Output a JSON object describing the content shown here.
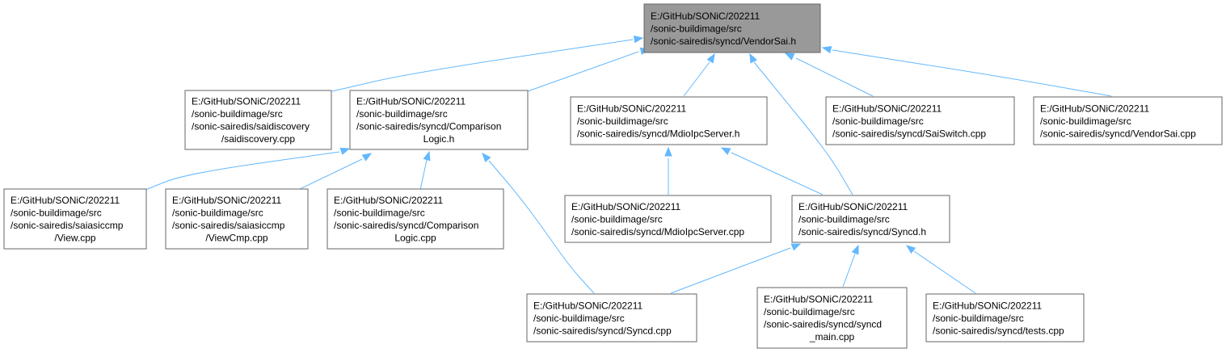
{
  "graph": {
    "nodes": [
      {
        "id": "n0",
        "lines": [
          "E:/GitHub/SONiC/202211",
          "/sonic-buildimage/src",
          "/sonic-sairedis/syncd/VendorSai.h"
        ],
        "root": true
      },
      {
        "id": "n1",
        "lines": [
          "E:/GitHub/SONiC/202211",
          "/sonic-buildimage/src",
          "/sonic-sairedis/saidiscovery",
          "/saidiscovery.cpp"
        ]
      },
      {
        "id": "n2",
        "lines": [
          "E:/GitHub/SONiC/202211",
          "/sonic-buildimage/src",
          "/sonic-sairedis/syncd/Comparison",
          "Logic.h"
        ]
      },
      {
        "id": "n3",
        "lines": [
          "E:/GitHub/SONiC/202211",
          "/sonic-buildimage/src",
          "/sonic-sairedis/syncd/MdioIpcServer.h"
        ]
      },
      {
        "id": "n4",
        "lines": [
          "E:/GitHub/SONiC/202211",
          "/sonic-buildimage/src",
          "/sonic-sairedis/syncd/SaiSwitch.cpp"
        ]
      },
      {
        "id": "n5",
        "lines": [
          "E:/GitHub/SONiC/202211",
          "/sonic-buildimage/src",
          "/sonic-sairedis/syncd/VendorSai.cpp"
        ]
      },
      {
        "id": "n6",
        "lines": [
          "E:/GitHub/SONiC/202211",
          "/sonic-buildimage/src",
          "/sonic-sairedis/saiasiccmp",
          "/View.cpp"
        ]
      },
      {
        "id": "n7",
        "lines": [
          "E:/GitHub/SONiC/202211",
          "/sonic-buildimage/src",
          "/sonic-sairedis/saiasiccmp",
          "/ViewCmp.cpp"
        ]
      },
      {
        "id": "n8",
        "lines": [
          "E:/GitHub/SONiC/202211",
          "/sonic-buildimage/src",
          "/sonic-sairedis/syncd/Comparison",
          "Logic.cpp"
        ]
      },
      {
        "id": "n9",
        "lines": [
          "E:/GitHub/SONiC/202211",
          "/sonic-buildimage/src",
          "/sonic-sairedis/syncd/MdioIpcServer.cpp"
        ]
      },
      {
        "id": "n10",
        "lines": [
          "E:/GitHub/SONiC/202211",
          "/sonic-buildimage/src",
          "/sonic-sairedis/syncd/Syncd.h"
        ]
      },
      {
        "id": "n11",
        "lines": [
          "E:/GitHub/SONiC/202211",
          "/sonic-buildimage/src",
          "/sonic-sairedis/syncd/Syncd.cpp"
        ]
      },
      {
        "id": "n12",
        "lines": [
          "E:/GitHub/SONiC/202211",
          "/sonic-buildimage/src",
          "/sonic-sairedis/syncd/syncd",
          "_main.cpp"
        ]
      },
      {
        "id": "n13",
        "lines": [
          "E:/GitHub/SONiC/202211",
          "/sonic-buildimage/src",
          "/sonic-sairedis/syncd/tests.cpp"
        ]
      }
    ],
    "edges": [
      {
        "from": "n1",
        "to": "n0"
      },
      {
        "from": "n2",
        "to": "n0"
      },
      {
        "from": "n3",
        "to": "n0"
      },
      {
        "from": "n10",
        "to": "n0"
      },
      {
        "from": "n4",
        "to": "n0"
      },
      {
        "from": "n5",
        "to": "n0"
      },
      {
        "from": "n6",
        "to": "n2"
      },
      {
        "from": "n7",
        "to": "n2"
      },
      {
        "from": "n8",
        "to": "n2"
      },
      {
        "from": "n11",
        "to": "n2"
      },
      {
        "from": "n9",
        "to": "n3"
      },
      {
        "from": "n10",
        "to": "n3"
      },
      {
        "from": "n11",
        "to": "n10"
      },
      {
        "from": "n12",
        "to": "n10"
      },
      {
        "from": "n13",
        "to": "n10"
      }
    ]
  },
  "colors": {
    "edge": "#63b8ff",
    "root_fill": "#999999",
    "node_fill": "#ffffff",
    "node_border": "#666666"
  }
}
